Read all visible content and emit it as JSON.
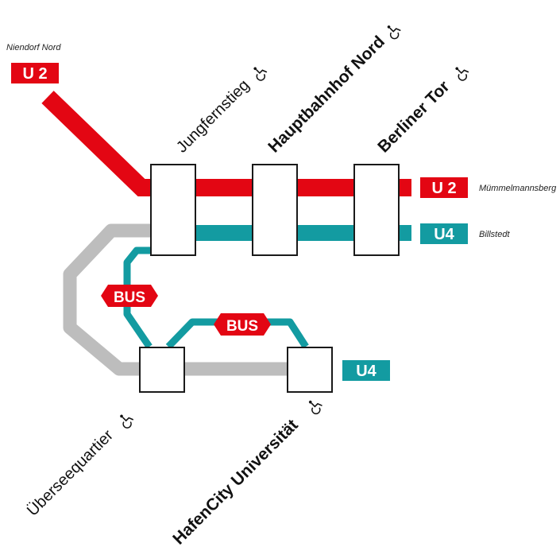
{
  "colors": {
    "u2": "#e30613",
    "u4": "#139ba1",
    "walkway": "#bdbdbd",
    "station_fill": "#ffffff",
    "station_stroke": "#1a1a1a"
  },
  "terminals": {
    "niendorf": "Niendorf Nord",
    "muemmelmannsberg": "Mümmelmannsberg",
    "billstedt": "Billstedt"
  },
  "badges": {
    "u2_top": "U 2",
    "u2_right": "U 2",
    "u4_right": "U4",
    "u4_hafencity": "U4",
    "bus_left": "BUS",
    "bus_middle": "BUS"
  },
  "stations": {
    "jungfernstieg": "Jungfernstieg",
    "hauptbahnhof": "Hauptbahnhof Nord",
    "berliner_tor": "Berliner Tor",
    "ueberseequartier": "Überseequartier",
    "hafencity": "HafenCity Universität"
  },
  "icons": {
    "accessibility": "wheelchair-icon"
  }
}
